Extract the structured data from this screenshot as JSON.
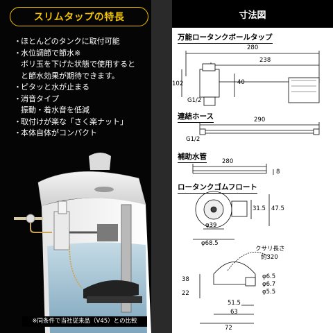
{
  "left": {
    "header": "スリムタップの特長",
    "features": [
      {
        "lines": [
          "ほとんどのタンクに取付可能"
        ]
      },
      {
        "lines": [
          "水位調節で節水※",
          "ボリ玉を下げた状態で使用すると",
          "と節水効果が期待できます。"
        ]
      },
      {
        "lines": [
          "ピタッと水が止まる"
        ]
      },
      {
        "lines": [
          "消音タイプ",
          "振動・着水音を低減"
        ]
      },
      {
        "lines": [
          "取付けが楽な「さく楽ナット」"
        ]
      },
      {
        "lines": [
          "本体自体がコンパクト"
        ]
      }
    ],
    "note": "※同条件で当社従来品（V45）との比較"
  },
  "right": {
    "header": "寸法図",
    "sections": {
      "ball_tap": {
        "title": "万能ロータンクボールタップ",
        "dims": {
          "d280": "280",
          "d238": "238",
          "d102": "102",
          "d40": "40",
          "g12": "G1/2"
        }
      },
      "hose": {
        "title": "連結ホース",
        "dims": {
          "d290": "290",
          "g12": "G1/2"
        }
      },
      "aux_pipe": {
        "title": "補助水管",
        "dims": {
          "d280": "280",
          "d8": "8"
        }
      },
      "float": {
        "title": "ロータンクゴムフロート",
        "dims": {
          "d31_5": "31.5",
          "d47_5": "47.5",
          "phi39": "φ39",
          "phi68_5": "φ68.5",
          "chain_label": "クサリ長さ",
          "chain_val": "約320",
          "d38": "38",
          "d22": "22",
          "phi6_5": "φ6.5",
          "phi6_7": "φ6.7",
          "phi5_5": "φ5.5",
          "d51_5": "51.5",
          "d63": "63",
          "d72": "72"
        }
      }
    }
  },
  "colors": {
    "accent": "#f2c300",
    "panel_dark": "#050505",
    "divider": "#2a2a2a"
  }
}
